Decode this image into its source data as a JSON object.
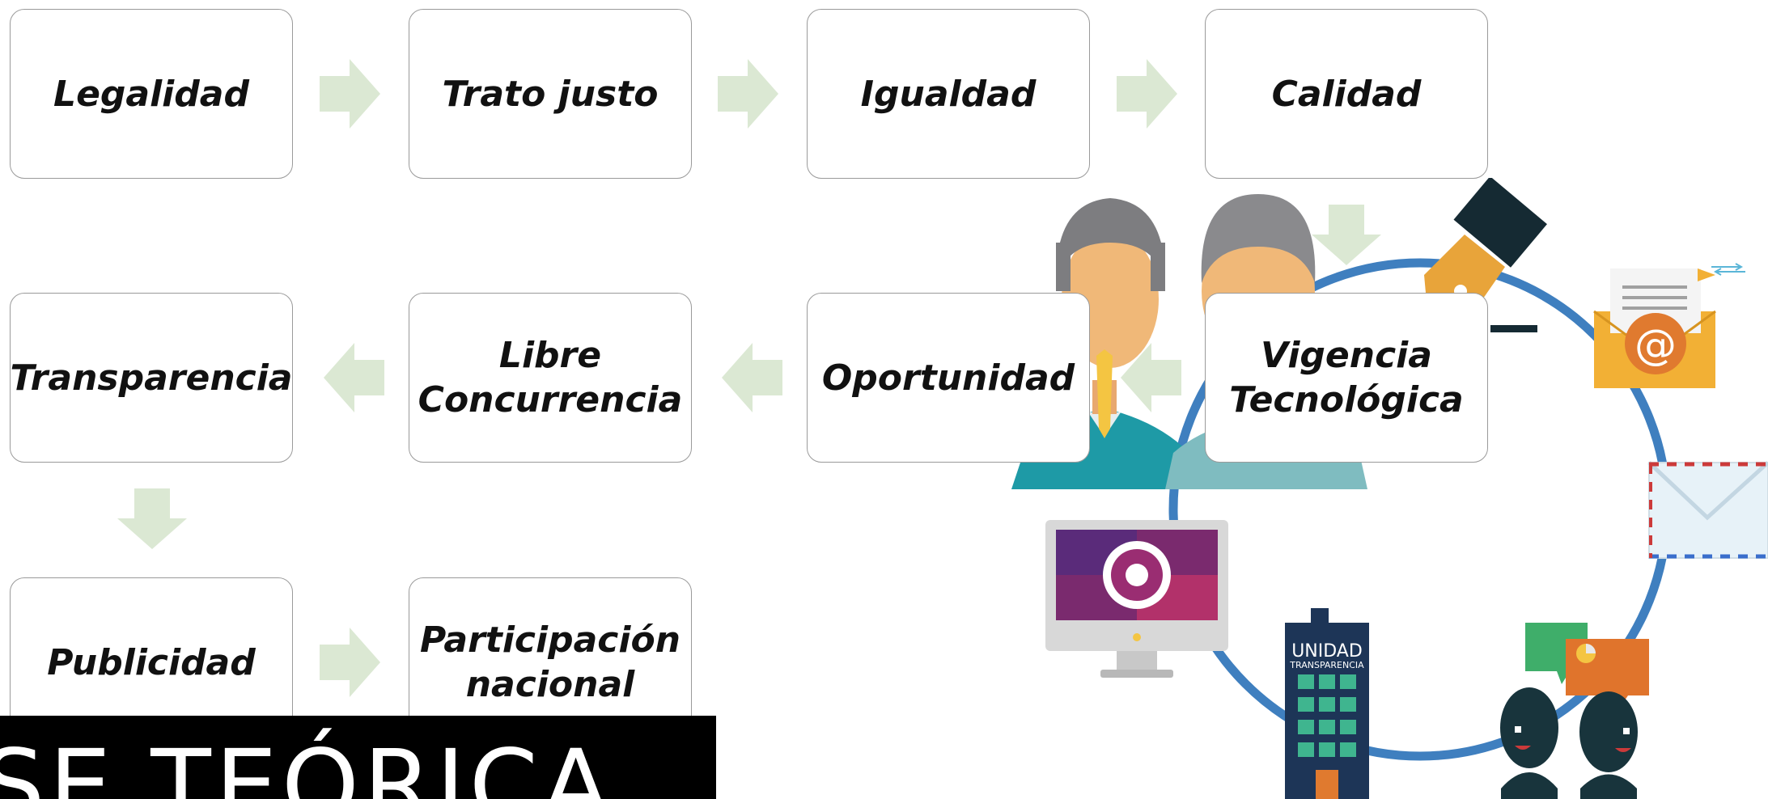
{
  "principles": [
    {
      "id": "legalidad",
      "label": "Legalidad"
    },
    {
      "id": "trato-justo",
      "label": "Trato justo"
    },
    {
      "id": "igualdad",
      "label": "Igualdad"
    },
    {
      "id": "calidad",
      "label": "Calidad"
    },
    {
      "id": "vigencia-tecnologica",
      "label": "Vigencia\nTecnológica"
    },
    {
      "id": "oportunidad",
      "label": "Oportunidad"
    },
    {
      "id": "libre-concurrencia",
      "label": "Libre\nConcurrencia"
    },
    {
      "id": "transparencia",
      "label": "Transparencia"
    },
    {
      "id": "publicidad",
      "label": "Publicidad"
    },
    {
      "id": "participacion-nacional",
      "label": "Participación\nnacional"
    }
  ],
  "illustration": {
    "building_sign_line1": "UNIDAD",
    "building_sign_line2": "TRANSPARENCIA",
    "email_symbol": "@"
  },
  "banner": {
    "text": "SE TEÓRICA"
  },
  "colors": {
    "arrow": "#dbe8d3",
    "box_border": "#9a9a9a",
    "ring": "#3f7fbf",
    "suit": "#1e9aa6",
    "tie": "#f4c542",
    "building": "#1d3557",
    "envelope": "#f2b035",
    "monitor_screen": "#8a2a6e"
  }
}
